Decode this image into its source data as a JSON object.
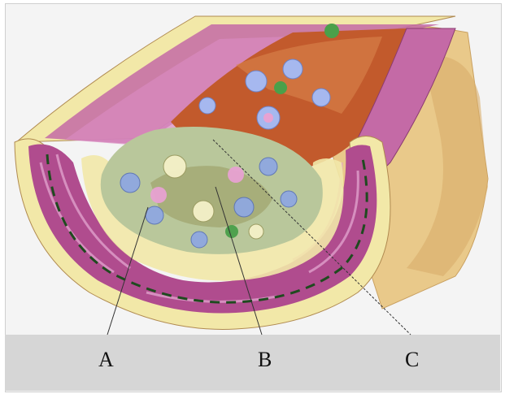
{
  "labels": {
    "a": "A",
    "b": "B",
    "c": "C"
  },
  "colors": {
    "background": "#f4f4f4",
    "caption_band": "#d6d6d6",
    "muscle": "#b04c8e",
    "muscle_light": "#d98ac0",
    "adventitia": "#f2e8a8",
    "lumen": "#c25a2c",
    "plaque": "#b9c79b",
    "cells_blue": "#8fa8e0",
    "cells_green": "#4aa04a",
    "outer_shell": "#e9c98a"
  }
}
